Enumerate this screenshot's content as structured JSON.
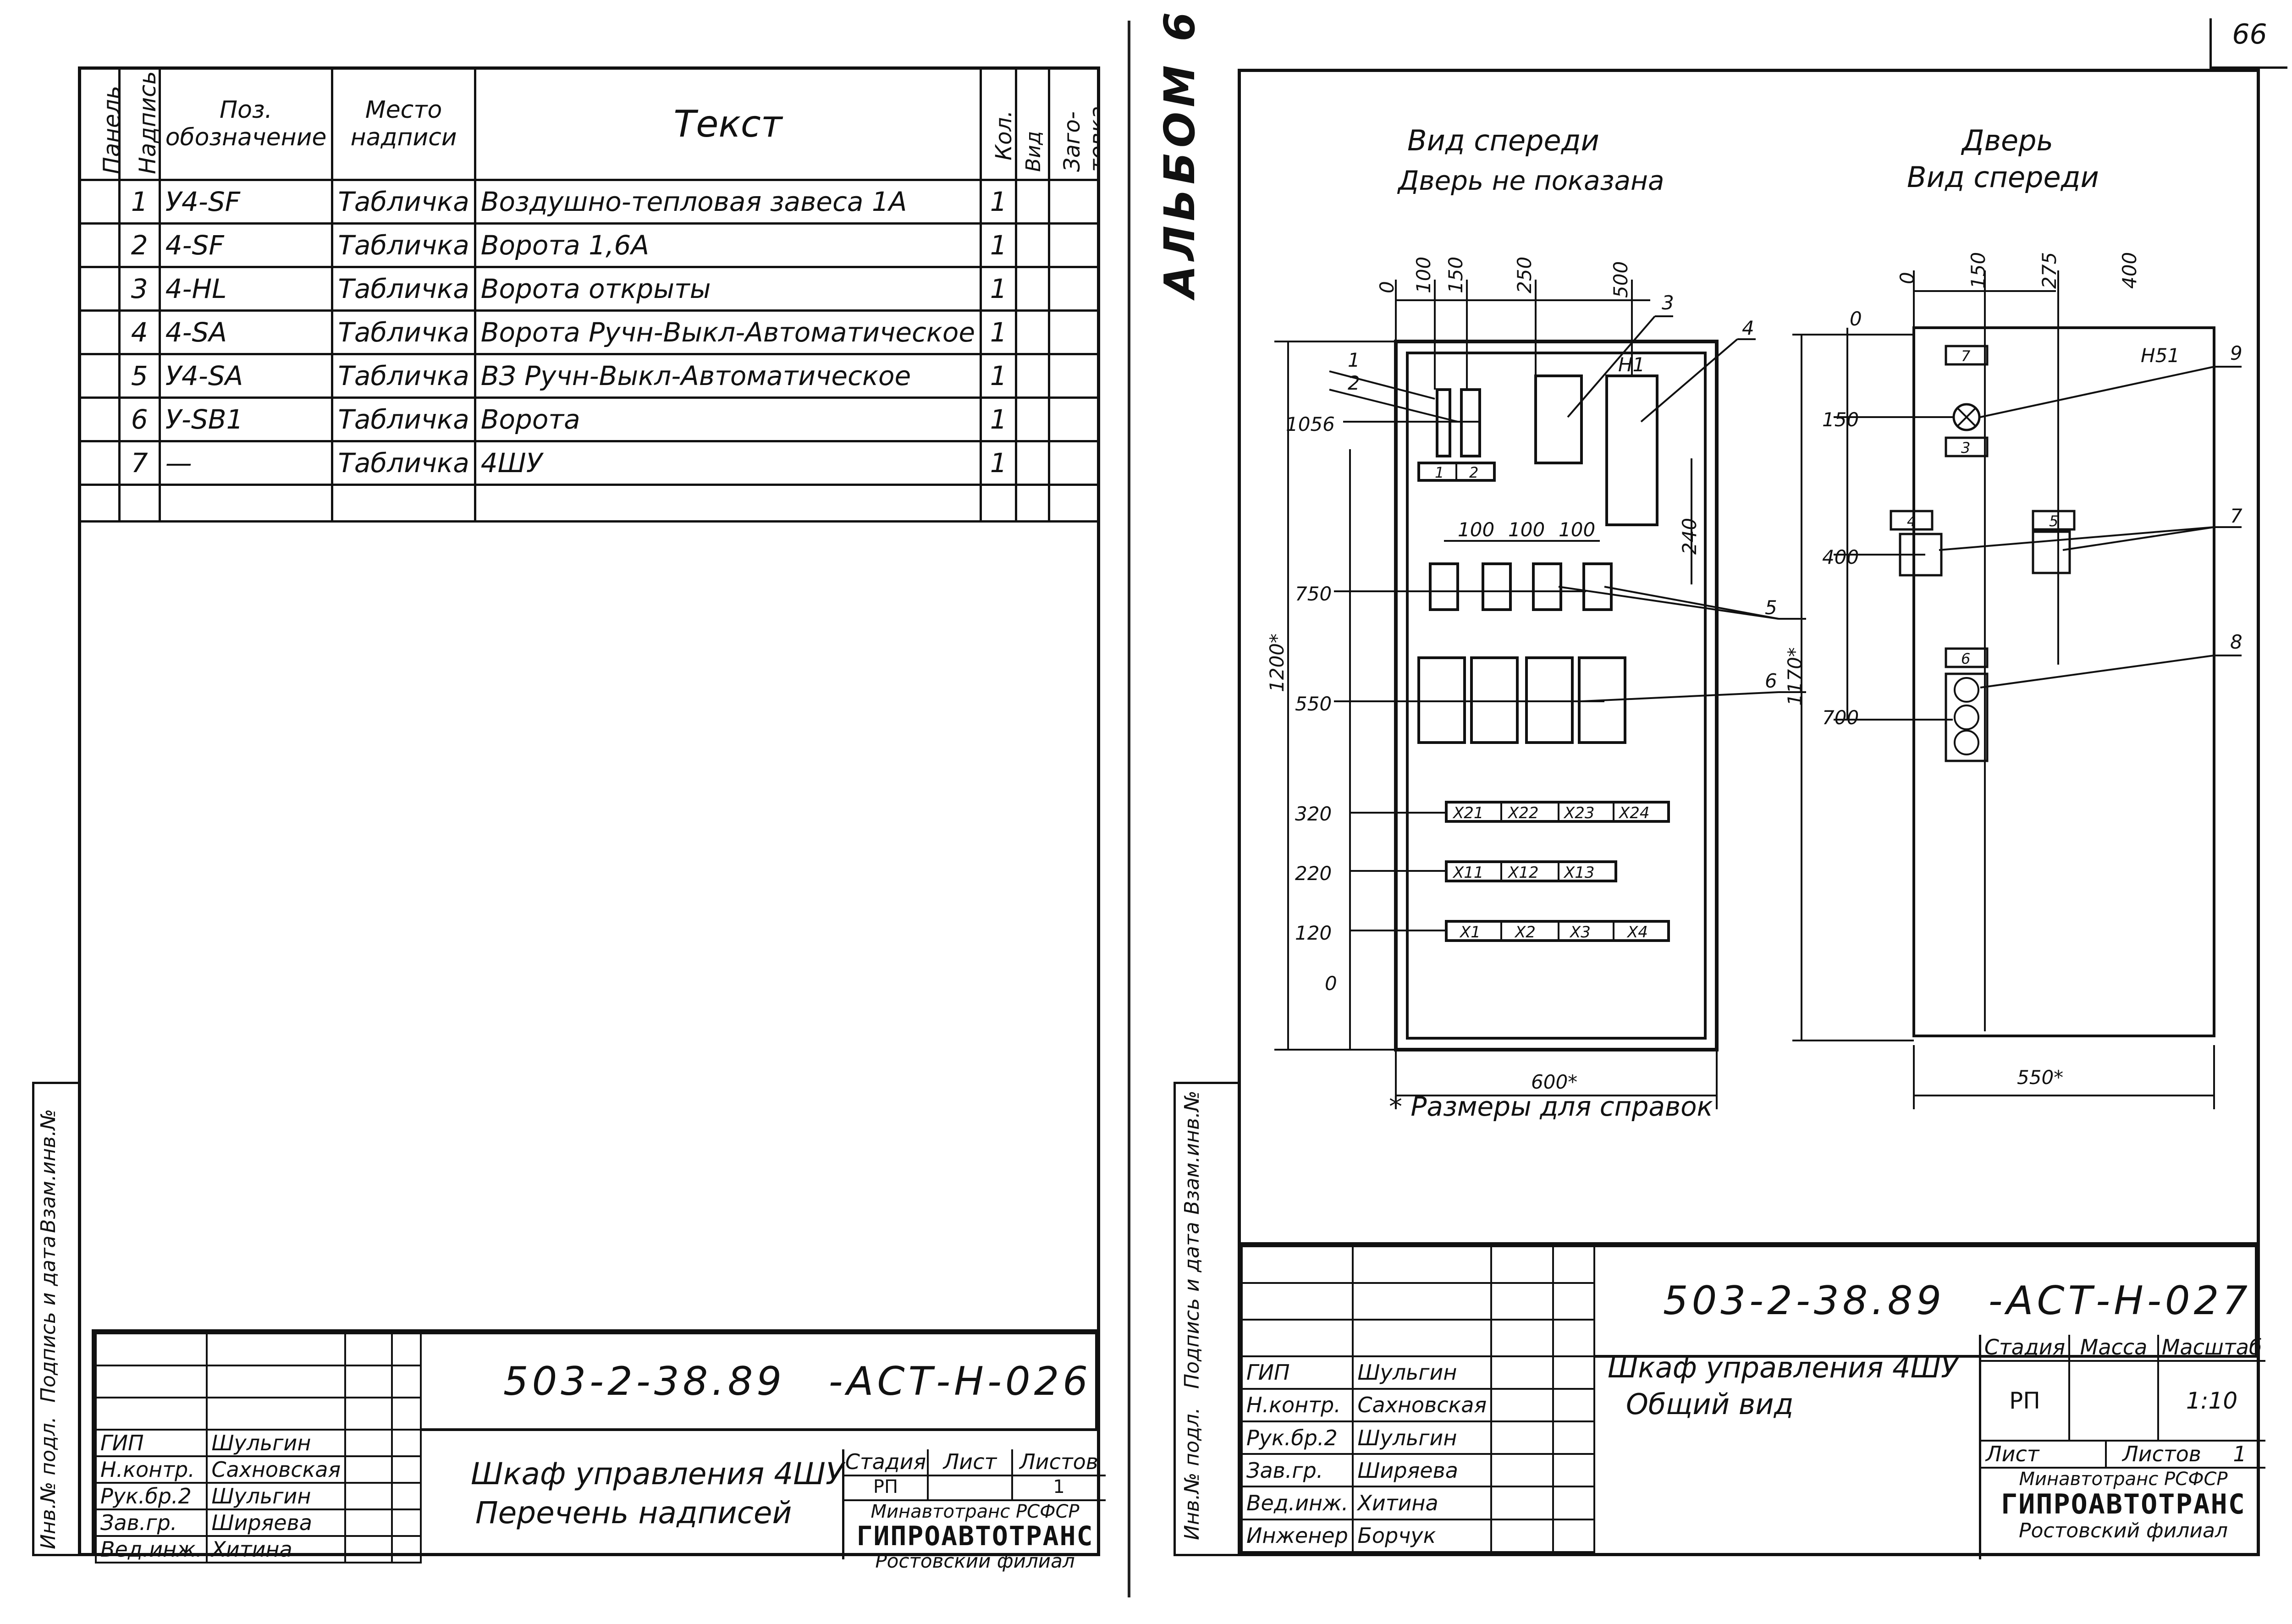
{
  "page_number": "66",
  "album": "АЛЬБОМ 6",
  "left": {
    "columns": {
      "panel": "Панель",
      "label": "Надпись",
      "pos": "Поз. обозначение",
      "place": "Место надписи",
      "text": "Текст",
      "qty": "Кол.",
      "font": "Вид шрифта",
      "blank": "Заго- товка"
    },
    "rows": [
      {
        "n": "1",
        "pos": "У4-SF",
        "place": "Табличка",
        "text": "Воздушно-тепловая завеса 1А",
        "qty": "1"
      },
      {
        "n": "2",
        "pos": "4-SF",
        "place": "Табличка",
        "text": "Ворота                1,6А",
        "qty": "1"
      },
      {
        "n": "3",
        "pos": "4-HL",
        "place": "Табличка",
        "text": "Ворота открыты",
        "qty": "1"
      },
      {
        "n": "4",
        "pos": "4-SA",
        "place": "Табличка",
        "text": "Ворота Ручн-Выкл-Автоматическое",
        "qty": "1"
      },
      {
        "n": "5",
        "pos": "У4-SA",
        "place": "Табличка",
        "text": "ВЗ Ручн-Выкл-Автоматическое",
        "qty": "1"
      },
      {
        "n": "6",
        "pos": "У-SB1",
        "place": "Табличка",
        "text": "Ворота",
        "qty": "1"
      },
      {
        "n": "7",
        "pos": "—",
        "place": "Табличка",
        "text": "4ШУ",
        "qty": "1"
      }
    ],
    "side_labels": {
      "inv_vzam": "Взам.инв.№",
      "podpis": "Подпись и дата",
      "inv_podl": "Инв.№ подл."
    },
    "stamp": {
      "code": "503-2-38.89",
      "sheet_code": "-АСТ-Н-026",
      "title1": "Шкаф управления 4ШУ",
      "title2": "Перечень надписей",
      "stage_h": "Стадия",
      "sheet_h": "Лист",
      "sheets_h": "Листов",
      "stage": "РП",
      "sheet": "",
      "sheets": "1",
      "org1": "Минавтотранс РСФСР",
      "org2": "ГИПРОАВТОТРАНС",
      "org3": "Ростовский филиал",
      "people": [
        {
          "role": "ГИП",
          "name": "Шульгин"
        },
        {
          "role": "Н.контр.",
          "name": "Сахновская"
        },
        {
          "role": "Рук.бр.2",
          "name": "Шульгин"
        },
        {
          "role": "Зав.гр.",
          "name": "Ширяева"
        },
        {
          "role": "Вед.инж.",
          "name": "Хитина"
        }
      ]
    }
  },
  "right": {
    "front_title1": "Вид спереди",
    "front_title2": "Дверь не показана",
    "door_title1": "Дверь",
    "door_title2": "Вид спереди",
    "note": "* Размеры для справок",
    "dims_front_top": [
      "0",
      "100",
      "150",
      "250",
      "500"
    ],
    "dims_front_left": [
      "1056",
      "750",
      "550",
      "320",
      "220",
      "120",
      "0"
    ],
    "dims_front_mid": [
      "100",
      "100",
      "100"
    ],
    "dim_240": "240",
    "dim_1200": "1200*",
    "dim_600": "600*",
    "dims_door_top": [
      "0",
      "150",
      "275",
      "400"
    ],
    "dims_door_left": [
      "0",
      "150",
      "400",
      "700"
    ],
    "dim_1170": "1170*",
    "dim_550": "550*",
    "callouts": [
      "1",
      "2",
      "3",
      "4",
      "5",
      "6",
      "7",
      "8",
      "9"
    ],
    "h1": "Н1",
    "h51": "Н51",
    "terminals_row1": [
      "Х21",
      "Х22",
      "Х23",
      "Х24"
    ],
    "terminals_row2": [
      "Х11",
      "Х12",
      "Х13"
    ],
    "terminals_row3": [
      "Х1",
      "Х2",
      "Х3",
      "Х4"
    ],
    "small_labels": [
      "1",
      "2"
    ],
    "door_labels": [
      "7",
      "3",
      "4",
      "5",
      "6"
    ],
    "side_labels": {
      "inv_vzam": "Взам.инв.№",
      "podpis": "Подпись и дата",
      "inv_podl": "Инв.№ подл."
    },
    "stamp": {
      "code": "503-2-38.89",
      "sheet_code": "-АСТ-Н-027",
      "title1": "Шкаф управления 4ШУ",
      "title2": "Общий вид",
      "stage_h": "Стадия",
      "mass_h": "Масса",
      "scale_h": "Масштаб",
      "stage": "РП",
      "mass": "",
      "scale": "1:10",
      "sheet_h": "Лист",
      "sheets_h": "Листов",
      "sheets": "1",
      "org1": "Минавтотранс РСФСР",
      "org2": "ГИПРОАВТОТРАНС",
      "org3": "Ростовский филиал",
      "people": [
        {
          "role": "ГИП",
          "name": "Шульгин"
        },
        {
          "role": "Н.контр.",
          "name": "Сахновская"
        },
        {
          "role": "Рук.бр.2",
          "name": "Шульгин"
        },
        {
          "role": "Зав.гр.",
          "name": "Ширяева"
        },
        {
          "role": "Вед.инж.",
          "name": "Хитина"
        },
        {
          "role": "Инженер",
          "name": "Борчук"
        }
      ]
    }
  }
}
